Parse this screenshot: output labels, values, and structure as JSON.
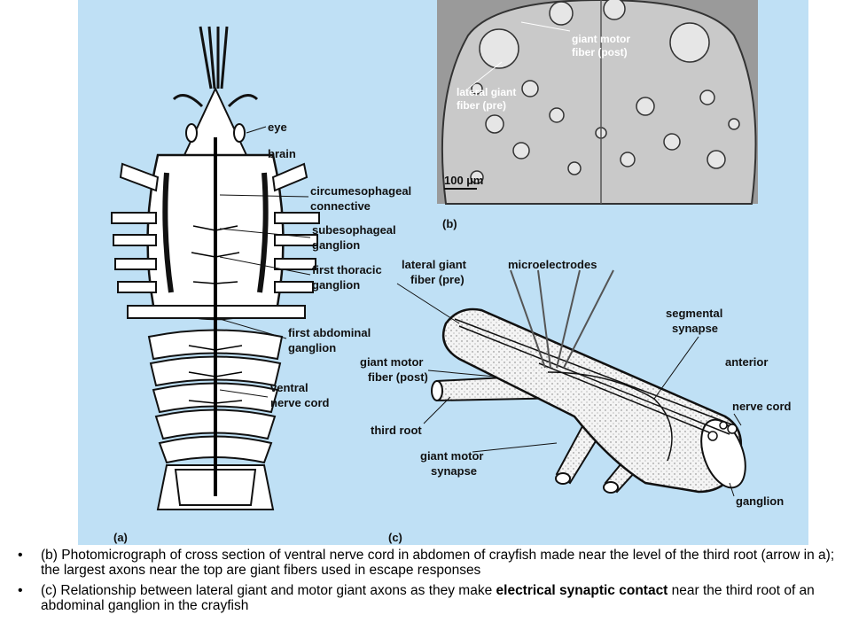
{
  "figure": {
    "crayfish_labels": {
      "eye": "eye",
      "brain": "brain",
      "circumesophageal_1": "circumesophageal",
      "circumesophageal_2": "connective",
      "subesophageal_1": "subesophageal",
      "subesophageal_2": "ganglion",
      "first_thoracic_1": "first thoracic",
      "first_thoracic_2": "ganglion",
      "first_abdominal_1": "first abdominal",
      "first_abdominal_2": "ganglion",
      "ventral_1": "ventral",
      "ventral_2": "nerve cord",
      "panel": "(a)"
    },
    "micrograph_labels": {
      "giant_motor_1": "giant motor",
      "giant_motor_2": "fiber (post)",
      "lateral_giant_1": "lateral giant",
      "lateral_giant_2": "fiber (pre)",
      "scale": "100 µm",
      "panel": "(b)"
    },
    "synapse_labels": {
      "lateral_giant_1": "lateral giant",
      "lateral_giant_2": "fiber (pre)",
      "microelectrodes": "microelectrodes",
      "segmental_1": "segmental",
      "segmental_2": "synapse",
      "giant_motor_1": "giant motor",
      "giant_motor_2": "fiber (post)",
      "anterior": "anterior",
      "nerve_cord": "nerve cord",
      "third_root": "third root",
      "gm_synapse_1": "giant motor",
      "gm_synapse_2": "synapse",
      "ganglion": "ganglion",
      "panel": "(c)"
    }
  },
  "captions": {
    "b": "(b) Photomicrograph of cross section of ventral nerve cord in abdomen of crayfish made near the level of the third root (arrow in a); the largest axons near the top are giant fibers used in escape responses",
    "c_before": "(c) Relationship between lateral giant and motor giant axons as they make ",
    "c_bold": "electrical synaptic contact",
    "c_after": " near the third root of an abdominal ganglion in the crayfish"
  },
  "colors": {
    "panel_bg": "#bfe0f5",
    "micrograph_bg": "#9a9a9a"
  }
}
